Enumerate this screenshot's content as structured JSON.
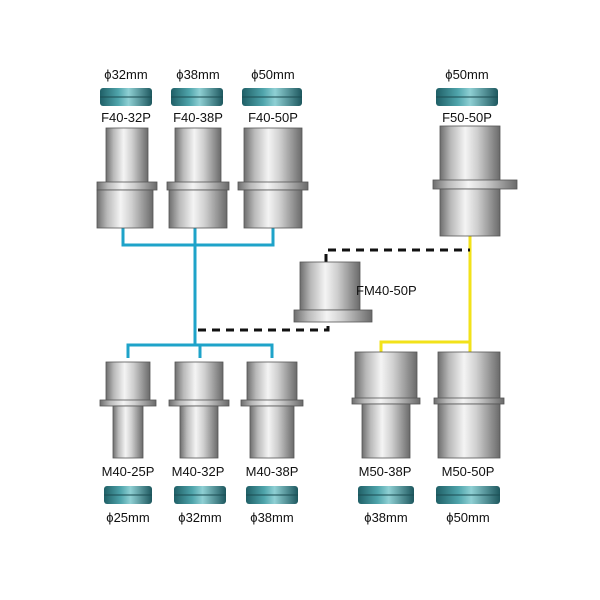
{
  "top_row": [
    {
      "diameter": "ϕ32mm",
      "model": "F40-32P"
    },
    {
      "diameter": "ϕ38mm",
      "model": "F40-38P"
    },
    {
      "diameter": "ϕ50mm",
      "model": "F40-50P"
    },
    {
      "diameter": "ϕ50mm",
      "model": "F50-50P"
    }
  ],
  "middle": {
    "model": "FM40-50P"
  },
  "bottom_row": [
    {
      "diameter": "ϕ25mm",
      "model": "M40-25P"
    },
    {
      "diameter": "ϕ32mm",
      "model": "M40-32P"
    },
    {
      "diameter": "ϕ38mm",
      "model": "M40-38P"
    },
    {
      "diameter": "ϕ38mm",
      "model": "M50-38P"
    },
    {
      "diameter": "ϕ50mm",
      "model": "M50-50P"
    }
  ],
  "colors": {
    "blue_line": "#1ea3c9",
    "yellow_line": "#f2e21a",
    "black_dashed_line": "#111111",
    "ring_color": "#2b7f86"
  }
}
